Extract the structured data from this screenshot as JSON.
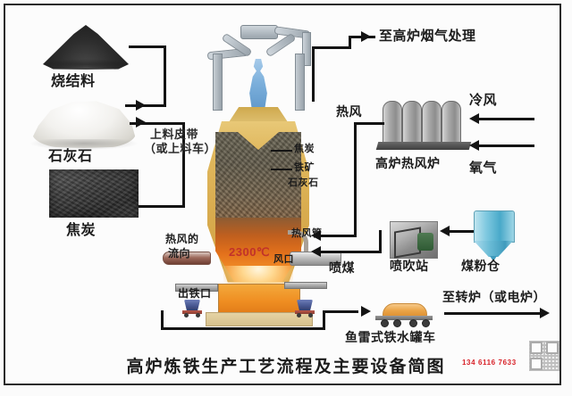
{
  "diagram": {
    "title": "高炉炼铁生产工艺流程及主要设备简图",
    "watermark_phone": "134 6116 7633",
    "colors": {
      "line": "#141414",
      "furnace_shell": "#d8ab4e",
      "hot_zone": "#e2701b",
      "stove_gray": "#a9a9a9",
      "bunker_blue": "#49a9c9",
      "torpedo_orange": "#eba447",
      "phone_red": "#d8232a",
      "temperature_red": "#c1322a"
    }
  },
  "raw_materials": [
    {
      "id": "sinter",
      "label": "烧结料"
    },
    {
      "id": "limestone",
      "label": "石灰石"
    },
    {
      "id": "coke",
      "label": "焦炭"
    }
  ],
  "charging": {
    "line1": "上料皮带",
    "line2": "（或上料车）"
  },
  "furnace": {
    "temperature": "2300℃",
    "burden_labels": [
      {
        "id": "coke",
        "label": "焦炭"
      },
      {
        "id": "iron-ore",
        "label": "铁矿"
      },
      {
        "id": "limestone",
        "label": "石灰石"
      }
    ],
    "hot_blast_flow_line1": "热风的",
    "hot_blast_flow_line2": "流向",
    "taphole_label": "出铁口",
    "blowpipe_label": "热风管",
    "tuyere_label": "风口"
  },
  "gas": {
    "to_gas_cleaning": "至高炉烟气处理"
  },
  "stove": {
    "name": "高炉热风炉",
    "hot_blast": "热风",
    "cold_blast": "冷风",
    "oxygen": "氧气",
    "dome_count": 4
  },
  "coal_injection": {
    "inject_label": "喷煤",
    "station_label": "喷吹站",
    "bunker_label": "煤粉仓"
  },
  "hot_metal": {
    "torpedo_label": "鱼雷式铁水罐车",
    "to_converter": "至转炉（或电炉）"
  }
}
